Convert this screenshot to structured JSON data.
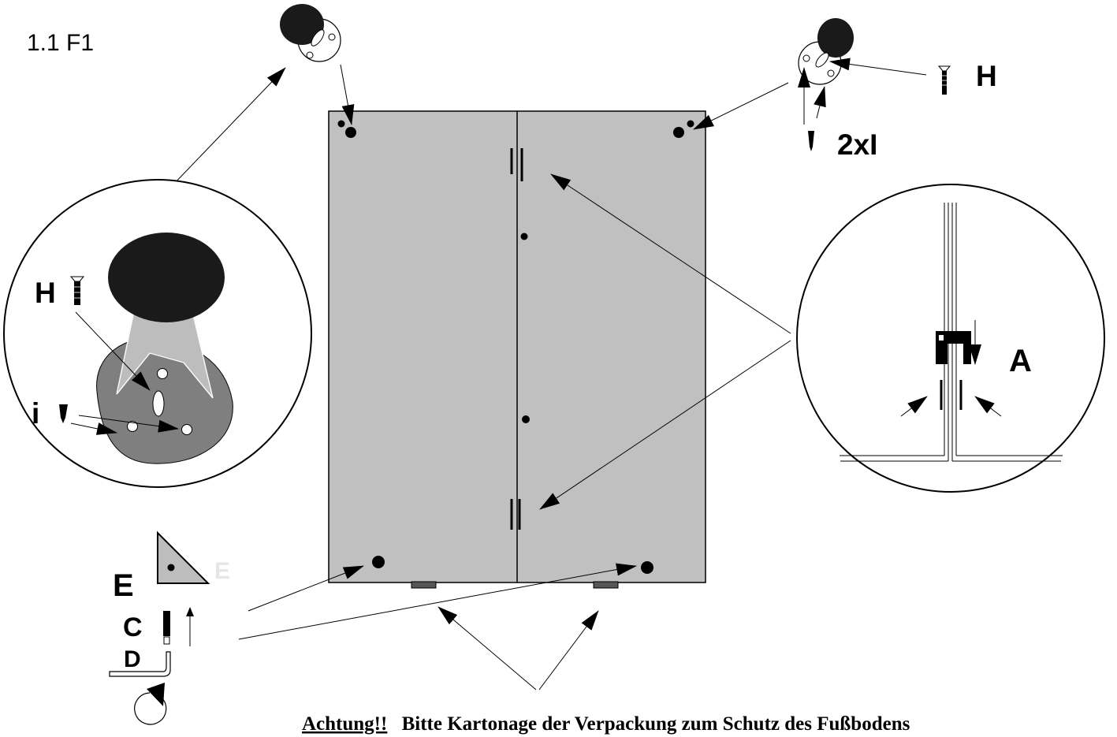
{
  "step": "1.1  F1",
  "labels": {
    "h_top": "H",
    "two_x_i": "2xI",
    "h_detail": "H",
    "i_detail": "i",
    "a_detail": "A",
    "e": "E",
    "e_faint": "E",
    "c": "C",
    "d": "D"
  },
  "note": {
    "warning": "Achtung!!",
    "text": "Bitte Kartonage der Verpackung zum Schutz des Fußbodens"
  },
  "colors": {
    "panel": "#c0c0c0",
    "knob": "#1a1a1a",
    "base": "#7f7f7f",
    "stem": "#bdbdbd",
    "faint_label": "#e6e6e6"
  }
}
